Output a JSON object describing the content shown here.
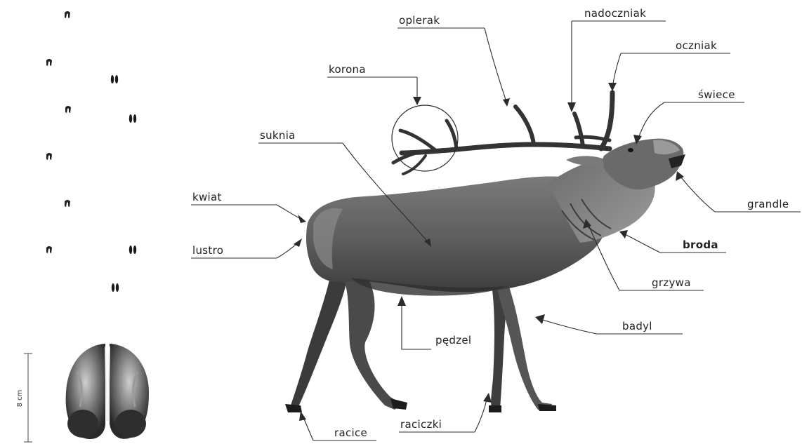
{
  "labels": {
    "oplerak": "oplerak",
    "nadoczniak": "nadoczniak",
    "oczniak": "oczniak",
    "korona": "korona",
    "swiece": "świece",
    "suknia": "suknia",
    "kwiat": "kwiat",
    "lustro": "lustro",
    "grandle": "grandle",
    "broda": "broda",
    "grzywa": "grzywa",
    "badyl": "badyl",
    "pedzel": "pędzel",
    "raciczki": "raciczki",
    "racice": "racice"
  },
  "scale": {
    "label": "8 cm"
  },
  "colors": {
    "ink": "#2b2b2b",
    "coat_dark": "#4a4a4a",
    "coat_mid": "#6e6e6e",
    "coat_light": "#9a9a9a",
    "antler": "#3a3a3a"
  },
  "icons": [
    "hoof-track-icon",
    "hoofprint-icon",
    "deer-illustration"
  ]
}
